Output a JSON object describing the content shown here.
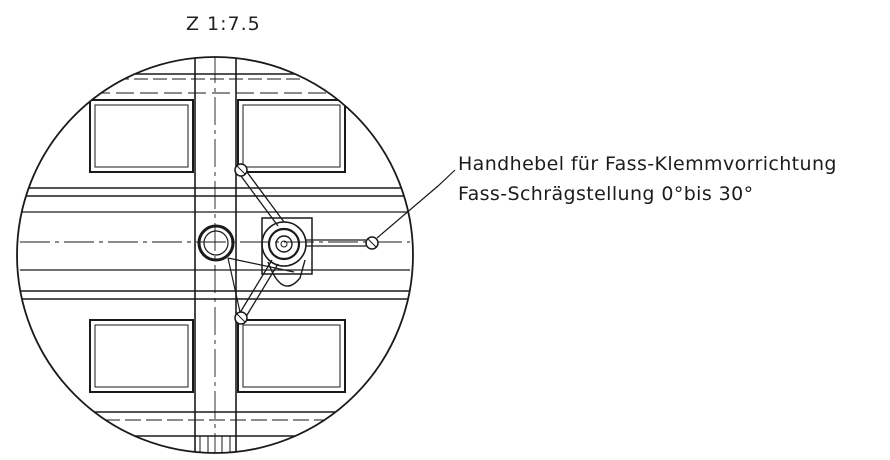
{
  "detail": {
    "view_label": "Z 1:7.5",
    "callout_line1": "Handhebel für Fass-Klemmvorrichtung",
    "callout_line2": "Fass-Schrägstellung 0°bis 30°"
  },
  "colors": {
    "line": "#1a1a1a",
    "background": "#ffffff"
  }
}
